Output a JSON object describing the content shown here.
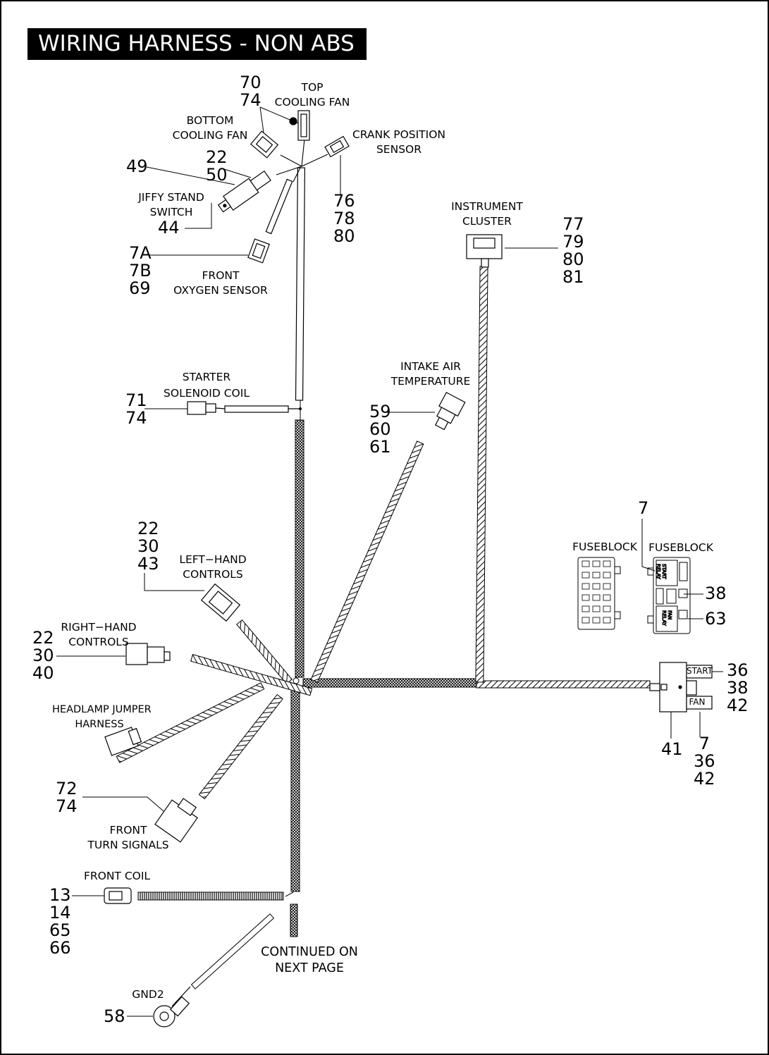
{
  "title": "WIRING HARNESS - NON ABS",
  "colors": {
    "ink": "#000000",
    "paper": "#ffffff",
    "title_bg": "#000000",
    "title_fg": "#ffffff"
  },
  "components": {
    "top_cooling_fan": {
      "label": [
        "TOP",
        "COOLING FAN"
      ],
      "callouts": [
        "70",
        "74"
      ]
    },
    "bottom_cooling_fan": {
      "label": [
        "BOTTOM",
        "COOLING FAN"
      ]
    },
    "crank_position_sensor": {
      "label": [
        "CRANK POSITION",
        "SENSOR"
      ],
      "callouts": [
        "76",
        "78",
        "80"
      ]
    },
    "harness_junction": {
      "callouts": [
        "49"
      ]
    },
    "connector_22_50": {
      "callouts": [
        "22",
        "50"
      ]
    },
    "jiffy_stand_switch": {
      "label": [
        "JIFFY STAND",
        "SWITCH"
      ],
      "callouts": [
        "44"
      ]
    },
    "front_oxygen_sensor": {
      "label": [
        "FRONT",
        "OXYGEN SENSOR"
      ],
      "callouts": [
        "7A",
        "7B",
        "69"
      ]
    },
    "instrument_cluster": {
      "label": [
        "INSTRUMENT",
        "CLUSTER"
      ],
      "callouts": [
        "77",
        "79",
        "80",
        "81"
      ]
    },
    "starter_solenoid_coil": {
      "label": [
        "STARTER",
        "SOLENOID COIL"
      ],
      "callouts": [
        "71",
        "74"
      ]
    },
    "intake_air_temperature": {
      "label": [
        "INTAKE AIR",
        "TEMPERATURE"
      ],
      "callouts": [
        "59",
        "60",
        "61"
      ]
    },
    "left_hand_controls": {
      "label": [
        "LEFT−HAND",
        "CONTROLS"
      ],
      "callouts": [
        "22",
        "30",
        "43"
      ]
    },
    "right_hand_controls": {
      "label": [
        "RIGHT−HAND",
        "CONTROLS"
      ],
      "callouts": [
        "22",
        "30",
        "40"
      ]
    },
    "headlamp_jumper_harness": {
      "label": [
        "HEADLAMP JUMPER",
        "HARNESS"
      ]
    },
    "front_turn_signals": {
      "label": [
        "FRONT",
        "TURN SIGNALS"
      ],
      "callouts": [
        "72",
        "74"
      ]
    },
    "front_coil": {
      "label": [
        "FRONT COIL"
      ],
      "callouts": [
        "13",
        "14",
        "65",
        "66"
      ]
    },
    "gnd2": {
      "label": [
        "GND2"
      ],
      "callouts": [
        "58"
      ]
    },
    "continued": {
      "label": [
        "CONTINUED ON",
        "NEXT PAGE"
      ]
    },
    "fuseblock_left": {
      "label": [
        "FUSEBLOCK"
      ]
    },
    "fuseblock_right": {
      "label": [
        "FUSEBLOCK"
      ],
      "callouts_top": [
        "7"
      ],
      "callouts_38": [
        "38"
      ],
      "callouts_63": [
        "63"
      ],
      "start_relay": "START RELAY",
      "fan_relay": "FAN RELAY"
    },
    "relay_connector": {
      "start_label": "START",
      "fan_label": "FAN",
      "callouts_right": [
        "36",
        "38",
        "42"
      ],
      "callouts_bottom_left": [
        "41"
      ],
      "callouts_bottom_right": [
        "7",
        "36",
        "42"
      ]
    }
  }
}
